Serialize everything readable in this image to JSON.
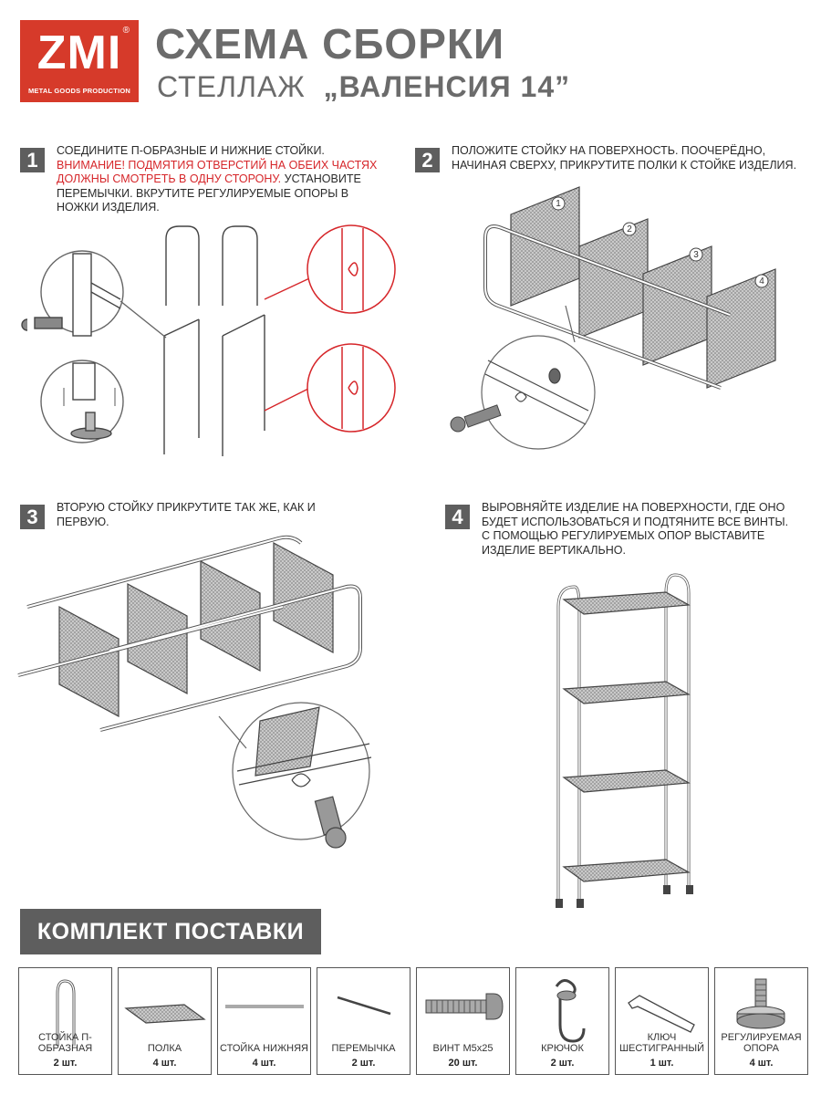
{
  "header": {
    "logo_text": "ZMI",
    "logo_registered": "®",
    "logo_sub": "METAL GOODS PRODUCTION",
    "title": "СХЕМА СБОРКИ",
    "subtitle_prefix": "СТЕЛЛАЖ",
    "subtitle_name": "„ВАЛЕНСИЯ 14”"
  },
  "steps": [
    {
      "number": "1",
      "text_normal_1": "Соедините П-образные и нижние стойки.",
      "text_warning": "Внимание! Подмятия отверстий на обеих частях должны смотреть в одну сторону.",
      "text_normal_2": "Установите перемычки. Вкрутите регулируемые опоры в ножки изделия."
    },
    {
      "number": "2",
      "text": "Положите стойку на поверхность. Поочерёдно, начиная сверху, прикрутите полки к стойке изделия.",
      "shelf_labels": [
        "1",
        "2",
        "3",
        "4"
      ]
    },
    {
      "number": "3",
      "text": "Вторую стойку прикрутите так же, как и первую."
    },
    {
      "number": "4",
      "text": "Выровняйте изделие на поверхности, где оно будет использоваться и подтяните все винты. С помощью регулируемых опор выставите изделие вертикально."
    }
  ],
  "kit": {
    "title": "КОМПЛЕКТ ПОСТАВКИ",
    "items": [
      {
        "icon": "u-post-icon",
        "name": "СТОЙКА П-ОБРАЗНАЯ",
        "qty": "2 шт."
      },
      {
        "icon": "shelf-icon",
        "name": "ПОЛКА",
        "qty": "4 шт."
      },
      {
        "icon": "lower-post-icon",
        "name": "СТОЙКА НИЖНЯЯ",
        "qty": "4 шт."
      },
      {
        "icon": "crossbar-icon",
        "name": "ПЕРЕМЫЧКА",
        "qty": "2 шт."
      },
      {
        "icon": "screw-icon",
        "name": "ВИНТ М5х25",
        "qty": "20 шт."
      },
      {
        "icon": "hook-icon",
        "name": "КРЮЧОК",
        "qty": "2 шт."
      },
      {
        "icon": "hex-key-icon",
        "name": "КЛЮЧ ШЕСТИГРАННЫЙ",
        "qty": "1 шт."
      },
      {
        "icon": "adjustable-foot-icon",
        "name": "РЕГУЛИРУЕМАЯ ОПОРА",
        "qty": "4 шт."
      }
    ]
  },
  "colors": {
    "brand_red": "#d63a2a",
    "dark_gray": "#5e5e5e",
    "warning_red": "#d6262a"
  }
}
